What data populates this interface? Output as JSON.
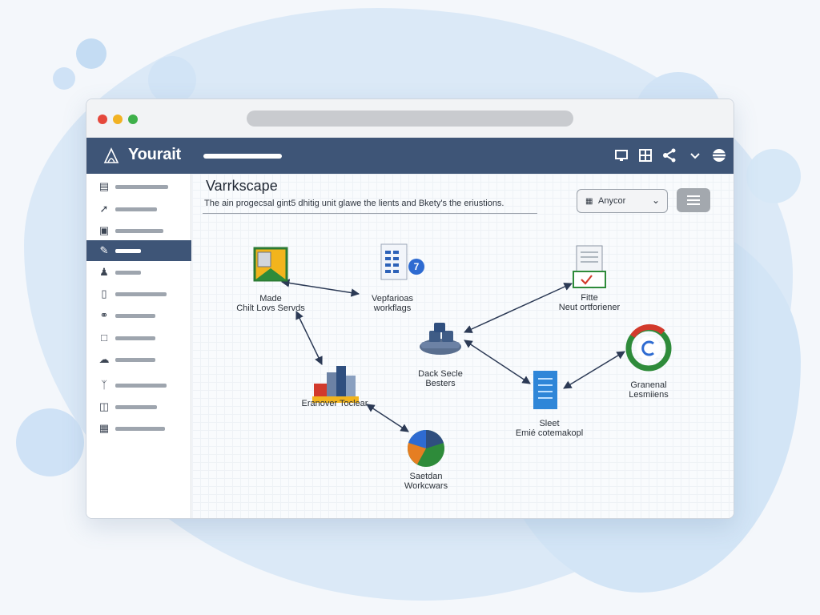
{
  "app": {
    "title": "Yourait",
    "toolbar_icons": [
      "monitor-icon",
      "grid-icon",
      "share-icon",
      "chevron-down-icon",
      "globe-icon"
    ]
  },
  "sidebar": {
    "items": [
      {
        "icon": "inbox-icon",
        "active": false
      },
      {
        "icon": "pen-icon",
        "active": false
      },
      {
        "icon": "card-icon",
        "active": false
      },
      {
        "icon": "edit-icon",
        "active": true
      },
      {
        "icon": "users-icon",
        "active": false
      },
      {
        "icon": "clipboard-icon",
        "active": false
      },
      {
        "icon": "link-icon",
        "active": false
      },
      {
        "icon": "square-icon",
        "active": false
      },
      {
        "icon": "cloud-icon",
        "active": false
      },
      {
        "icon": "fork-icon",
        "active": false
      },
      {
        "icon": "cart-icon",
        "active": false
      },
      {
        "icon": "building-icon",
        "active": false
      }
    ]
  },
  "main": {
    "title": "Varrkscape",
    "description": "The ain progecsal gint5 dhitig unit glawe the lients and Bkety's the eriustions.",
    "dropdown": {
      "icon": "calendar-icon",
      "value": "Anycor"
    },
    "menu_icon": "menu-icon"
  },
  "nodes": [
    {
      "id": "made",
      "label_lines": [
        "Made",
        "Chilt Lovs Servds"
      ],
      "icon": "folder-chart-icon"
    },
    {
      "id": "vepfarioas",
      "label_lines": [
        "Vepfarioas",
        "workflags"
      ],
      "icon": "spreadsheet-icon"
    },
    {
      "id": "fitte",
      "label_lines": [
        "Fitte",
        "Neut ortforiener"
      ],
      "icon": "document-check-icon"
    },
    {
      "id": "dack",
      "label_lines": [
        "Dack Secle",
        "Besters"
      ],
      "icon": "cloud-network-icon"
    },
    {
      "id": "granenal",
      "label_lines": [
        "Granenal",
        "Lesmiiens"
      ],
      "icon": "donut-progress-icon"
    },
    {
      "id": "eranover",
      "label_lines": [
        "Eranover Toclear"
      ],
      "icon": "blocks-icon"
    },
    {
      "id": "sleet",
      "label_lines": [
        "Sleet",
        "Emié cotemakopl"
      ],
      "icon": "file-blue-icon"
    },
    {
      "id": "saetdan",
      "label_lines": [
        "Saetdan",
        "Workcwars"
      ],
      "icon": "pie-icon"
    }
  ],
  "badges": {
    "spreadsheet": "7"
  }
}
